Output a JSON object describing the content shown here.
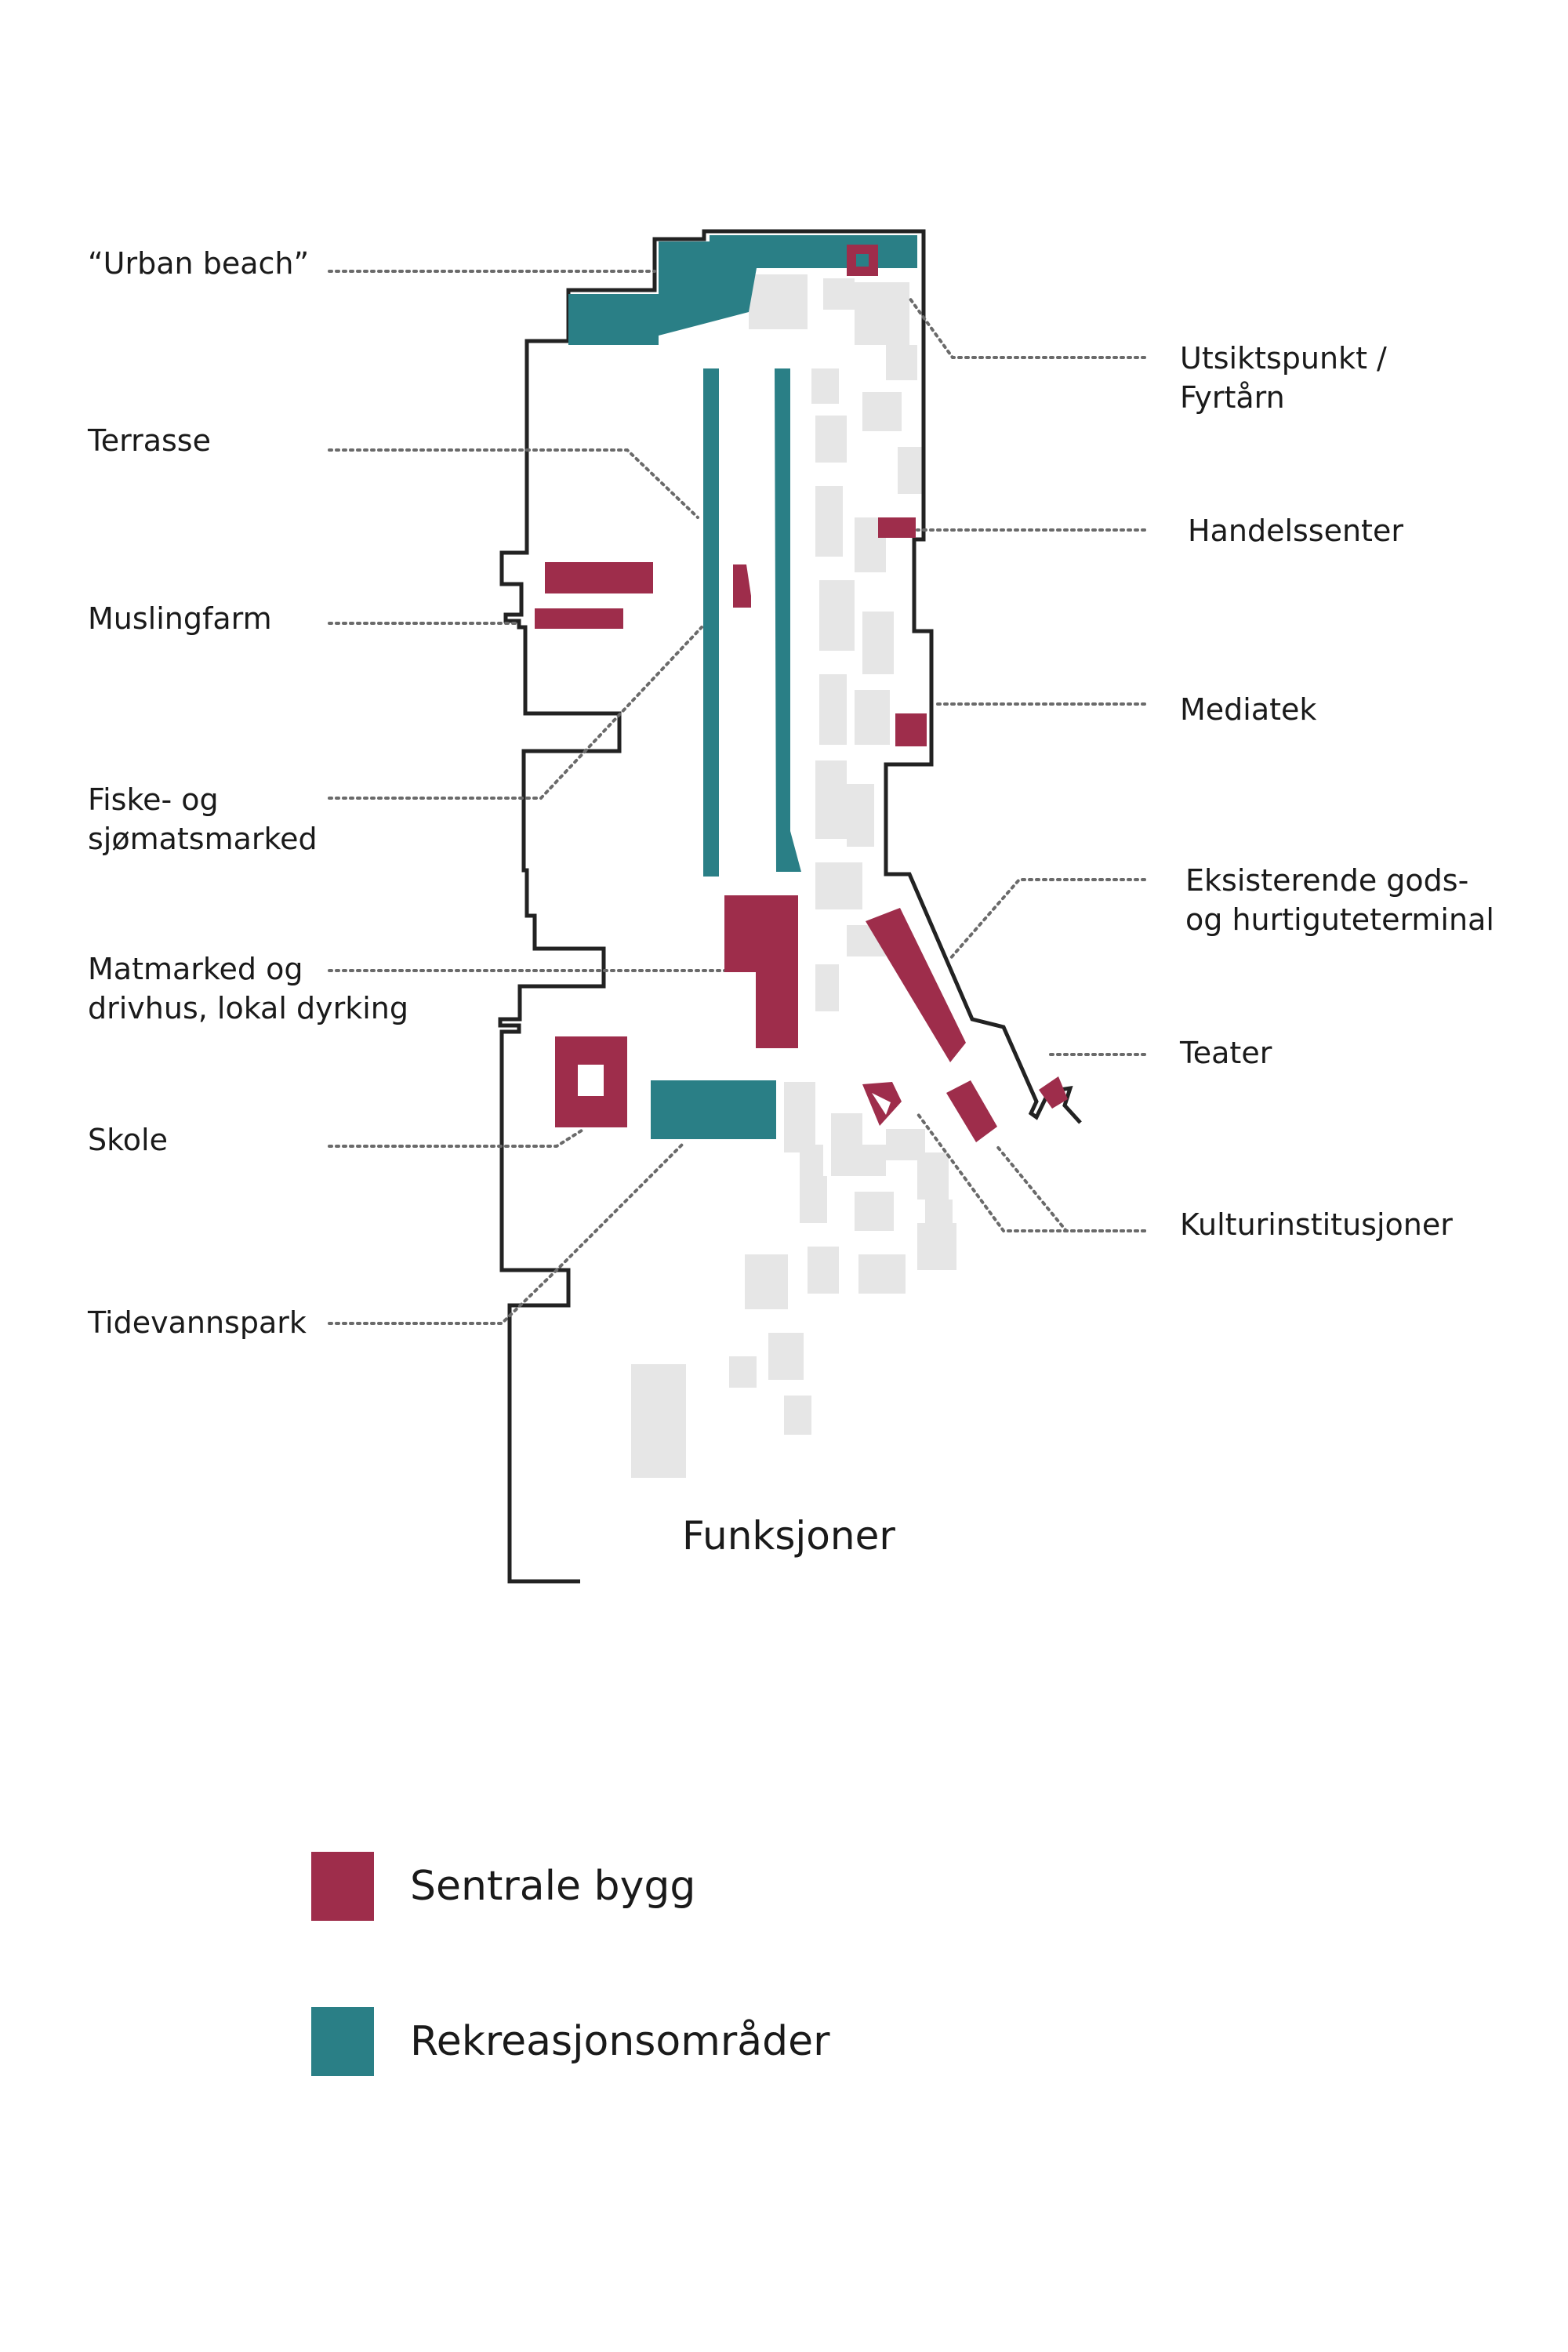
{
  "title": "Funksjoner",
  "colors": {
    "building": "#9e2d4b",
    "recreation": "#2a7f86",
    "outline": "#222222",
    "context": "#e4e4e4",
    "leader": "#6a6a6a"
  },
  "labels_left": [
    {
      "id": "urban-beach",
      "text": "“Urban beach”"
    },
    {
      "id": "terrasse",
      "text": "Terrasse"
    },
    {
      "id": "muslingfarm",
      "text": "Muslingfarm"
    },
    {
      "id": "fiskemarked",
      "text": "Fiske- og\nsjømatsmarked"
    },
    {
      "id": "matmarked",
      "text": "Matmarked og\ndrivhus, lokal dyrking"
    },
    {
      "id": "skole",
      "text": "Skole"
    },
    {
      "id": "tidevannspark",
      "text": "Tidevannspark"
    }
  ],
  "labels_right": [
    {
      "id": "utsiktspunkt",
      "text": "Utsiktspunkt /\nFyrtårn"
    },
    {
      "id": "handelssenter",
      "text": "Handelssenter"
    },
    {
      "id": "mediatek",
      "text": "Mediatek"
    },
    {
      "id": "terminal",
      "text": "Eksisterende gods-\nog hurtiguteterminal"
    },
    {
      "id": "teater",
      "text": "Teater"
    },
    {
      "id": "kulturinstitusjoner",
      "text": "Kulturinstitusjoner"
    }
  ],
  "legend": [
    {
      "label": "Sentrale bygg",
      "color": "#9e2d4b"
    },
    {
      "label": "Rekreasjonsområder",
      "color": "#2a7f86"
    }
  ]
}
